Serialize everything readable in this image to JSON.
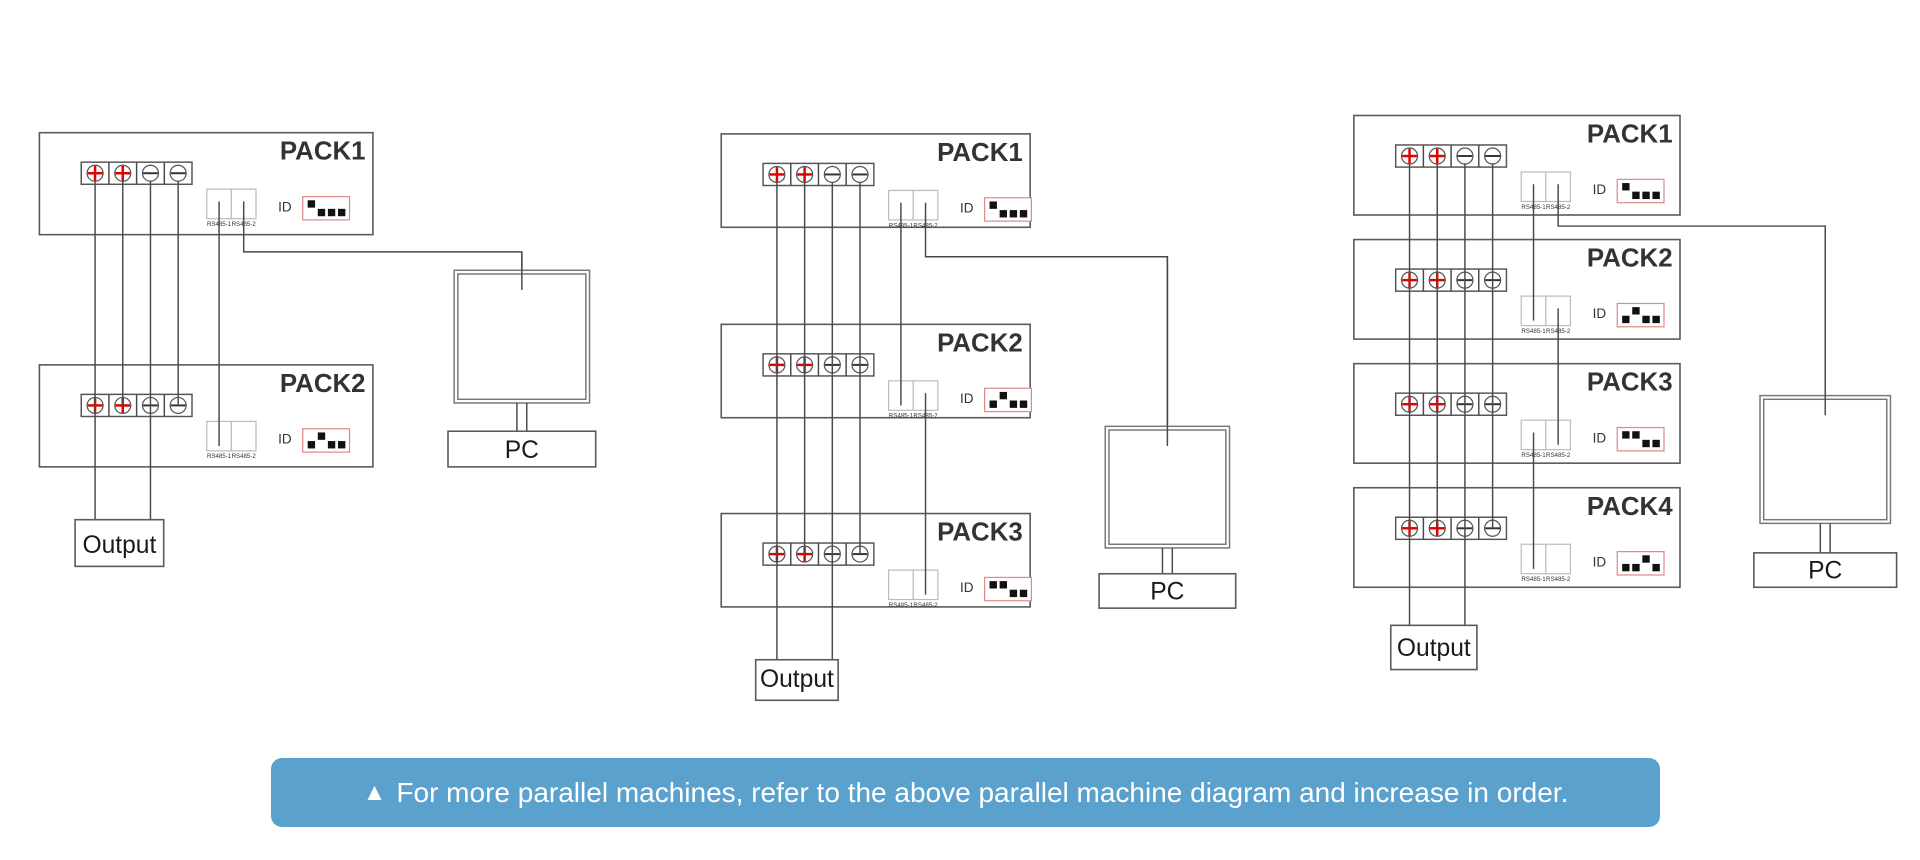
{
  "diagrams": [
    {
      "name": "two-pack-parallel",
      "packs": [
        {
          "label": "PACK1",
          "id_switches": [
            "up",
            "down",
            "down",
            "down"
          ]
        },
        {
          "label": "PACK2",
          "id_switches": [
            "down",
            "up",
            "down",
            "down"
          ]
        }
      ],
      "output_label": "Output",
      "pc_label": "PC"
    },
    {
      "name": "three-pack-parallel",
      "packs": [
        {
          "label": "PACK1",
          "id_switches": [
            "up",
            "down",
            "down",
            "down"
          ]
        },
        {
          "label": "PACK2",
          "id_switches": [
            "down",
            "up",
            "down",
            "down"
          ]
        },
        {
          "label": "PACK3",
          "id_switches": [
            "up",
            "up",
            "down",
            "down"
          ]
        }
      ],
      "output_label": "Output",
      "pc_label": "PC"
    },
    {
      "name": "four-pack-parallel",
      "packs": [
        {
          "label": "PACK1",
          "id_switches": [
            "up",
            "down",
            "down",
            "down"
          ]
        },
        {
          "label": "PACK2",
          "id_switches": [
            "down",
            "up",
            "down",
            "down"
          ]
        },
        {
          "label": "PACK3",
          "id_switches": [
            "up",
            "up",
            "down",
            "down"
          ]
        },
        {
          "label": "PACK4",
          "id_switches": [
            "down",
            "down",
            "up",
            "down"
          ]
        }
      ],
      "output_label": "Output",
      "pc_label": "PC"
    }
  ],
  "labels": {
    "id": "ID",
    "port_1": "RS485-1",
    "port_2": "RS485-2"
  },
  "terminals": [
    {
      "polarity": "positive",
      "icon": "plus-terminal-icon"
    },
    {
      "polarity": "positive",
      "icon": "plus-terminal-icon"
    },
    {
      "polarity": "negative",
      "icon": "minus-terminal-icon"
    },
    {
      "polarity": "negative",
      "icon": "minus-terminal-icon"
    }
  ],
  "colors": {
    "positive_terminal": "#e00000",
    "banner_background": "#5aa2cd",
    "dip_frame": "#e08a8a"
  },
  "banner": {
    "icon": "triangle-up-icon",
    "icon_glyph": "▲",
    "text": "For more parallel machines, refer to the above parallel machine diagram and increase in order."
  }
}
